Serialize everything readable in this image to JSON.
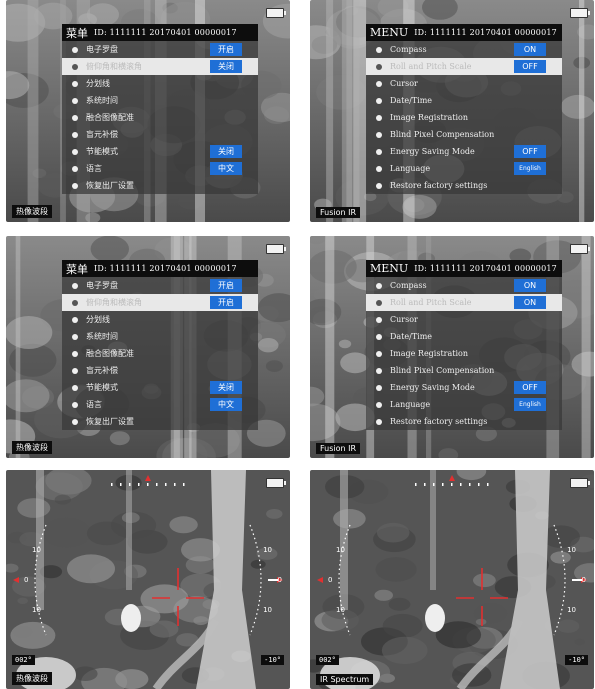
{
  "screens": [
    {
      "menu_title": "菜单",
      "ids": "ID: 1111111 20170401 00000017",
      "items": [
        {
          "label": "电子罗盘",
          "value": "开启"
        },
        {
          "label": "俯仰角和横滚角",
          "value": "关闭",
          "selected": true
        },
        {
          "label": "分划线",
          "value": ""
        },
        {
          "label": "系统时间",
          "value": ""
        },
        {
          "label": "融合图像配准",
          "value": ""
        },
        {
          "label": "盲元补偿",
          "value": ""
        },
        {
          "label": "节能模式",
          "value": "关闭"
        },
        {
          "label": "语言",
          "value": "中文"
        },
        {
          "label": "恢复出厂设置",
          "value": ""
        }
      ],
      "bottom_label": "热像波段"
    },
    {
      "menu_title": "MENU",
      "ids": "ID: 1111111 20170401 00000017",
      "items": [
        {
          "label": "Compass",
          "value": "ON"
        },
        {
          "label": "Roll and Pitch Scale",
          "value": "OFF",
          "selected": true
        },
        {
          "label": "Cursor",
          "value": ""
        },
        {
          "label": "Date/Time",
          "value": ""
        },
        {
          "label": "Image Registration",
          "value": ""
        },
        {
          "label": "Blind Pixel Compensation",
          "value": ""
        },
        {
          "label": "Energy Saving Mode",
          "value": "OFF"
        },
        {
          "label": "Language",
          "value": "English",
          "small": true
        },
        {
          "label": "Restore factory settings",
          "value": ""
        }
      ],
      "bottom_label": "Fusion IR"
    },
    {
      "menu_title": "菜单",
      "ids": "ID: 1111111 20170401 00000017",
      "items": [
        {
          "label": "电子罗盘",
          "value": "开启"
        },
        {
          "label": "俯仰角和横滚角",
          "value": "开启",
          "selected": true
        },
        {
          "label": "分划线",
          "value": ""
        },
        {
          "label": "系统时间",
          "value": ""
        },
        {
          "label": "融合图像配准",
          "value": ""
        },
        {
          "label": "盲元补偿",
          "value": ""
        },
        {
          "label": "节能模式",
          "value": "关闭"
        },
        {
          "label": "语言",
          "value": "中文"
        },
        {
          "label": "恢复出厂设置",
          "value": ""
        }
      ],
      "bottom_label": "热像波段"
    },
    {
      "menu_title": "MENU",
      "ids": "ID: 1111111 20170401 00000017",
      "items": [
        {
          "label": "Compass",
          "value": "ON"
        },
        {
          "label": "Roll and Pitch Scale",
          "value": "ON",
          "selected": true
        },
        {
          "label": "Cursor",
          "value": ""
        },
        {
          "label": "Date/Time",
          "value": ""
        },
        {
          "label": "Image Registration",
          "value": ""
        },
        {
          "label": "Blind Pixel Compensation",
          "value": ""
        },
        {
          "label": "Energy Saving Mode",
          "value": "OFF"
        },
        {
          "label": "Language",
          "value": "English",
          "small": true
        },
        {
          "label": "Restore factory settings",
          "value": ""
        }
      ],
      "bottom_label": "Fusion IR"
    },
    {
      "heading_left": "002°",
      "roll_right": "-10°",
      "scale_top": "10",
      "scale_zero": "0",
      "scale_bottom": "10",
      "bottom_label": "热像波段"
    },
    {
      "heading_left": "002°",
      "roll_right": "-10°",
      "scale_top": "10",
      "scale_zero": "0",
      "scale_bottom": "10",
      "bottom_label": "IR Spectrum"
    }
  ],
  "colors": {
    "accent": "#1f6fd6",
    "reticle": "#e23030",
    "header": "#0d0d0d"
  },
  "icons": [
    "battery-icon",
    "reticle-icon"
  ]
}
